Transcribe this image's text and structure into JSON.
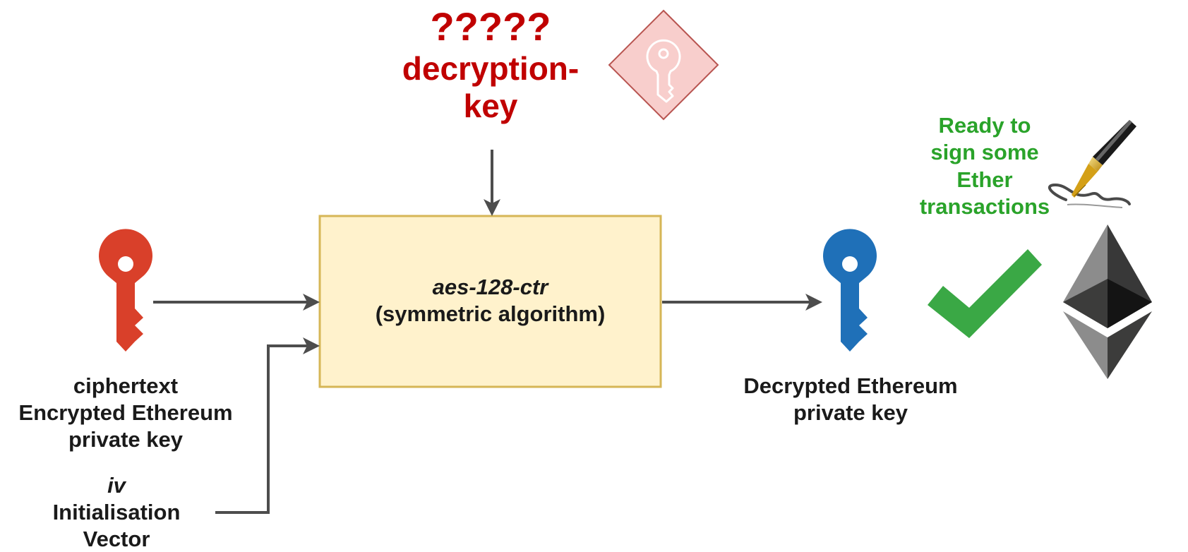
{
  "input_key": {
    "line1": "ciphertext",
    "line2": "Encrypted Ethereum",
    "line3": "private key"
  },
  "iv": {
    "line1": "iv",
    "line2": "Initialisation",
    "line3": "Vector"
  },
  "decryption_key": {
    "line1": "?????",
    "line2": "decryption-",
    "line3": "key"
  },
  "algorithm": {
    "name": "aes-128-ctr",
    "description": "(symmetric algorithm)"
  },
  "output_key": {
    "line1": "Decrypted Ethereum",
    "line2": "private key"
  },
  "status": {
    "line1": "Ready to",
    "line2": "sign some",
    "line3": "Ether",
    "line4": "transactions"
  },
  "colors": {
    "input_key": "#d9402a",
    "output_key": "#1f70b8",
    "unknown_key_fill": "#f8cecc",
    "unknown_key_stroke": "#b85450",
    "box_fill": "#fff2cc",
    "box_stroke": "#d6b656",
    "arrow": "#4d4d4d",
    "check": "#3aa845",
    "red_text": "#c00000",
    "green_text": "#2aa32a"
  },
  "icons": {
    "input_key": "key-icon",
    "output_key": "key-icon",
    "unknown_key": "key-diamond-icon",
    "check": "checkmark-icon",
    "pen": "fountain-pen-icon",
    "ethereum": "ethereum-logo-icon"
  }
}
